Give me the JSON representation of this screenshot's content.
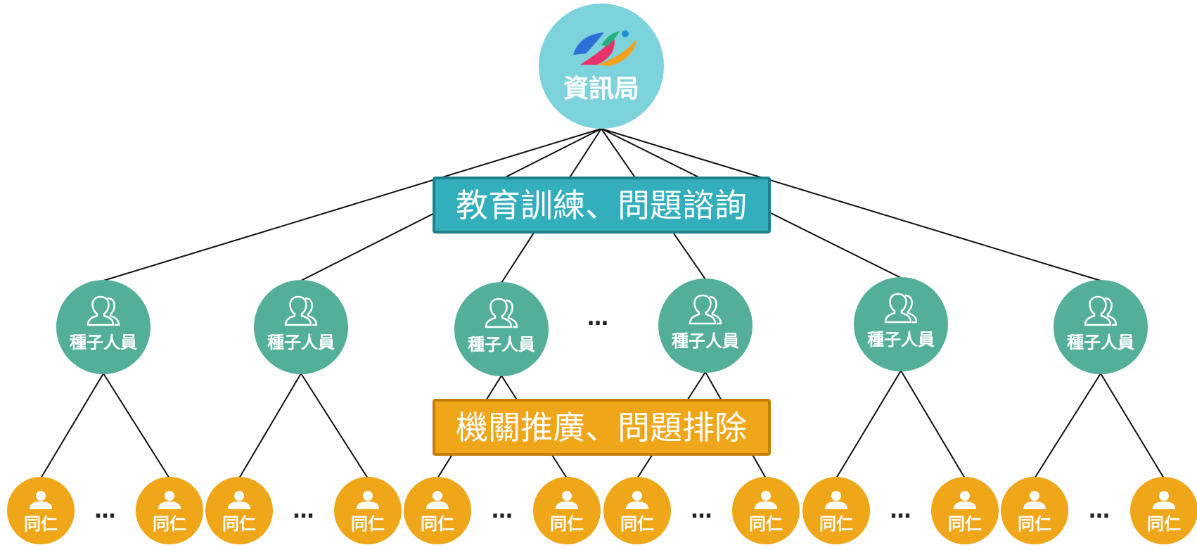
{
  "colors": {
    "root_fill": "#7dd3dc",
    "seed_fill": "#53ae9a",
    "staff_fill": "#f0a619",
    "banner_top_fill": "#33aebb",
    "banner_top_border": "#1f7f8a",
    "banner_bottom_fill": "#f0a619",
    "banner_bottom_border": "#c57d0a",
    "line": "#111111"
  },
  "root": {
    "label": "資訊局",
    "icon": "taipei-logo-icon"
  },
  "banner_top": {
    "text": "教育訓練、問題諮詢"
  },
  "banner_bottom": {
    "text": "機關推廣、問題排除"
  },
  "seed_label": "種子人員",
  "seed_icon": "people-group-icon",
  "seed_ellipsis": "…",
  "staff_label": "同仁",
  "staff_icon": "person-icon",
  "staff_ellipsis": "…",
  "seed_count": 6,
  "staff_per_seed": 2
}
